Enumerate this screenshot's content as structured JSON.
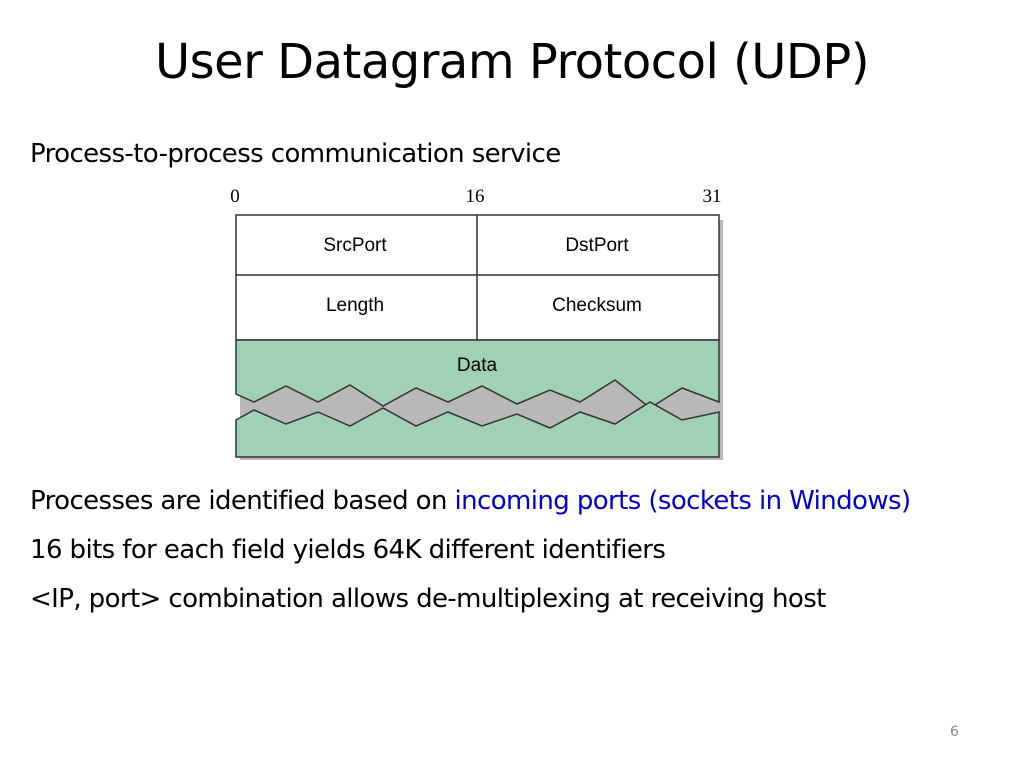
{
  "slide": {
    "title": "User Datagram Protocol (UDP)",
    "intro": "Process-to-process communication service",
    "page_number": "6"
  },
  "diagram": {
    "bit_labels": [
      "0",
      "16",
      "31"
    ],
    "fields": {
      "src_port": "SrcPort",
      "dst_port": "DstPort",
      "length": "Length",
      "checksum": "Checksum",
      "data": "Data"
    },
    "data_fill": "#a0d0b8"
  },
  "bullets": [
    {
      "text": "Processes are identified based on ",
      "highlight": "incoming ports (sockets in Windows)"
    },
    {
      "text": "16 bits for each field yields 64K different identifiers"
    },
    {
      "text": "<IP, port> combination allows de-multiplexing at receiving host"
    }
  ],
  "colors": {
    "highlight": "#0000cc",
    "text": "#000000"
  }
}
